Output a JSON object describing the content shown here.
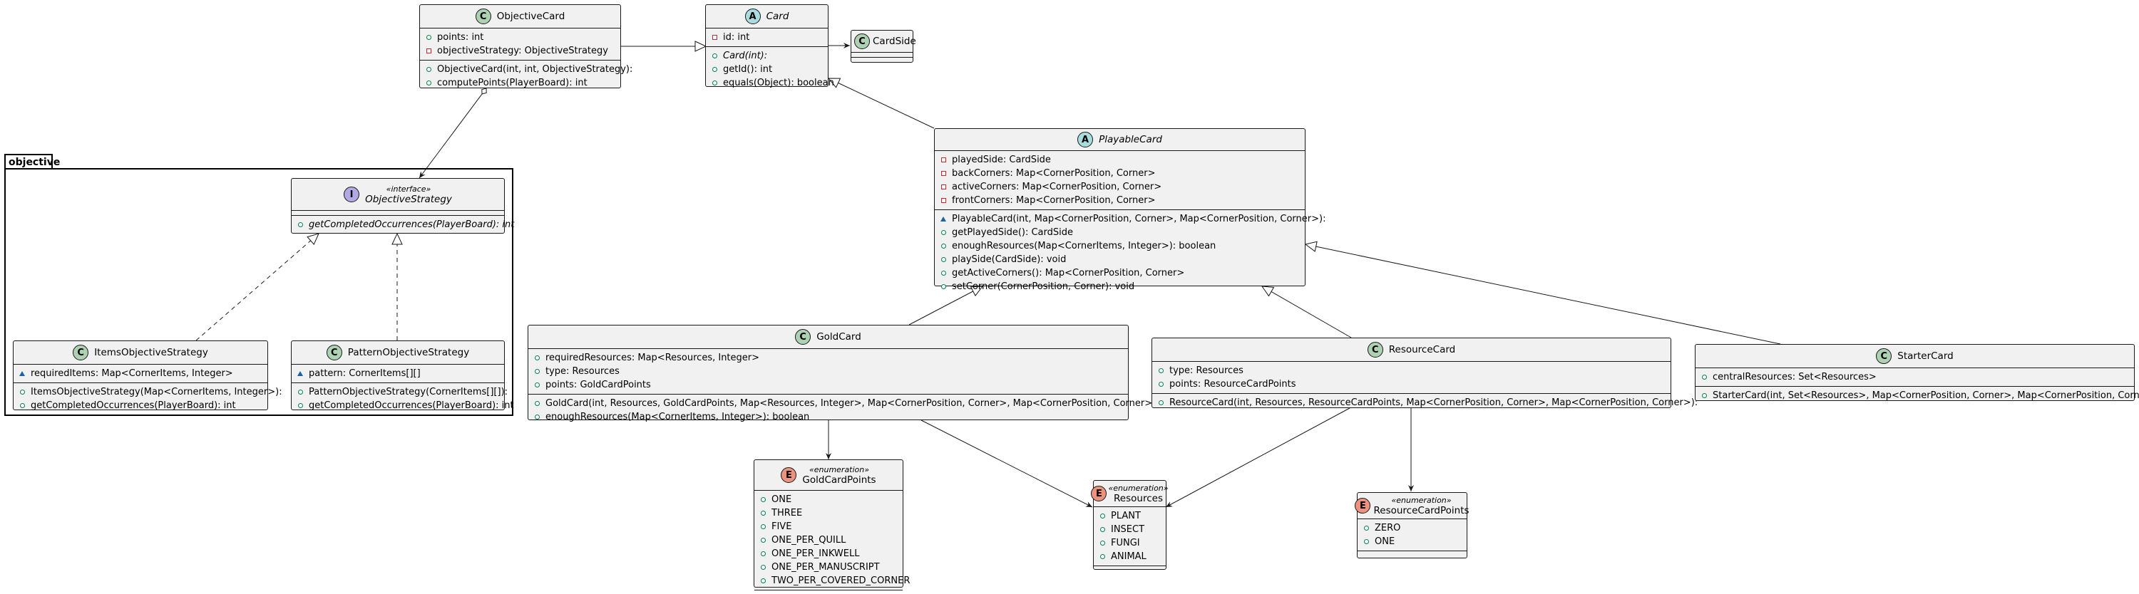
{
  "package": {
    "name": "objective"
  },
  "classes": {
    "objectiveCard": {
      "name": "ObjectiveCard",
      "glyph": "C",
      "fields": [
        "points: int",
        "objectiveStrategy: ObjectiveStrategy"
      ],
      "methods": [
        "ObjectiveCard(int, int, ObjectiveStrategy):",
        "computePoints(PlayerBoard): int"
      ]
    },
    "card": {
      "name": "Card",
      "glyph": "A",
      "fields": [
        "id: int"
      ],
      "methods": [
        "Card(int):",
        "getId(): int",
        "equals(Object): boolean"
      ]
    },
    "cardSide": {
      "name": "CardSide",
      "glyph": "C"
    },
    "objectiveStrategy": {
      "name": "ObjectiveStrategy",
      "glyph": "I",
      "stereotype": "«interface»",
      "methods": [
        "getCompletedOccurrences(PlayerBoard): int"
      ]
    },
    "itemsObjectiveStrategy": {
      "name": "ItemsObjectiveStrategy",
      "glyph": "C",
      "fields": [
        "requiredItems: Map<CornerItems, Integer>"
      ],
      "methods": [
        "ItemsObjectiveStrategy(Map<CornerItems, Integer>):",
        "getCompletedOccurrences(PlayerBoard): int"
      ]
    },
    "patternObjectiveStrategy": {
      "name": "PatternObjectiveStrategy",
      "glyph": "C",
      "fields": [
        "pattern: CornerItems[][]"
      ],
      "methods": [
        "PatternObjectiveStrategy(CornerItems[][]):",
        "getCompletedOccurrences(PlayerBoard): int"
      ]
    },
    "playableCard": {
      "name": "PlayableCard",
      "glyph": "A",
      "fields": [
        "playedSide: CardSide",
        "backCorners: Map<CornerPosition, Corner>",
        "activeCorners: Map<CornerPosition, Corner>",
        "frontCorners: Map<CornerPosition, Corner>"
      ],
      "methods": [
        "PlayableCard(int, Map<CornerPosition, Corner>, Map<CornerPosition, Corner>):",
        "getPlayedSide(): CardSide",
        "enoughResources(Map<CornerItems, Integer>): boolean",
        "playSide(CardSide): void",
        "getActiveCorners(): Map<CornerPosition, Corner>",
        "setCorner(CornerPosition, Corner): void"
      ]
    },
    "goldCard": {
      "name": "GoldCard",
      "glyph": "C",
      "fields": [
        "requiredResources: Map<Resources, Integer>",
        "type: Resources",
        "points: GoldCardPoints"
      ],
      "methods": [
        "GoldCard(int, Resources, GoldCardPoints, Map<Resources, Integer>, Map<CornerPosition, Corner>, Map<CornerPosition, Corner>):",
        "enoughResources(Map<CornerItems, Integer>): boolean"
      ]
    },
    "resourceCard": {
      "name": "ResourceCard",
      "glyph": "C",
      "fields": [
        "type: Resources",
        "points: ResourceCardPoints"
      ],
      "methods": [
        "ResourceCard(int, Resources, ResourceCardPoints, Map<CornerPosition, Corner>, Map<CornerPosition, Corner>):"
      ]
    },
    "starterCard": {
      "name": "StarterCard",
      "glyph": "C",
      "fields": [
        "centralResources: Set<Resources>"
      ],
      "methods": [
        "StarterCard(int, Set<Resources>, Map<CornerPosition, Corner>, Map<CornerPosition, Corner>):"
      ]
    },
    "goldCardPoints": {
      "name": "GoldCardPoints",
      "glyph": "E",
      "stereotype": "«enumeration»",
      "fields": [
        "ONE",
        "THREE",
        "FIVE",
        "ONE_PER_QUILL",
        "ONE_PER_INKWELL",
        "ONE_PER_MANUSCRIPT",
        "TWO_PER_COVERED_CORNER"
      ]
    },
    "resources": {
      "name": "Resources",
      "glyph": "E",
      "stereotype": "«enumeration»",
      "fields": [
        "PLANT",
        "INSECT",
        "FUNGI",
        "ANIMAL"
      ]
    },
    "resourceCardPoints": {
      "name": "ResourceCardPoints",
      "glyph": "E",
      "stereotype": "«enumeration»",
      "fields": [
        "ZERO",
        "ONE"
      ]
    }
  },
  "colors": {
    "class_fill": "#f1f1f1",
    "border": "#181818",
    "glyph_class": "#add1b2",
    "glyph_abstract": "#a9dcdf",
    "glyph_interface": "#b4a7e5",
    "glyph_enum": "#eb937f",
    "public": "#038048",
    "private": "#c82930",
    "package": "#1963a0"
  }
}
